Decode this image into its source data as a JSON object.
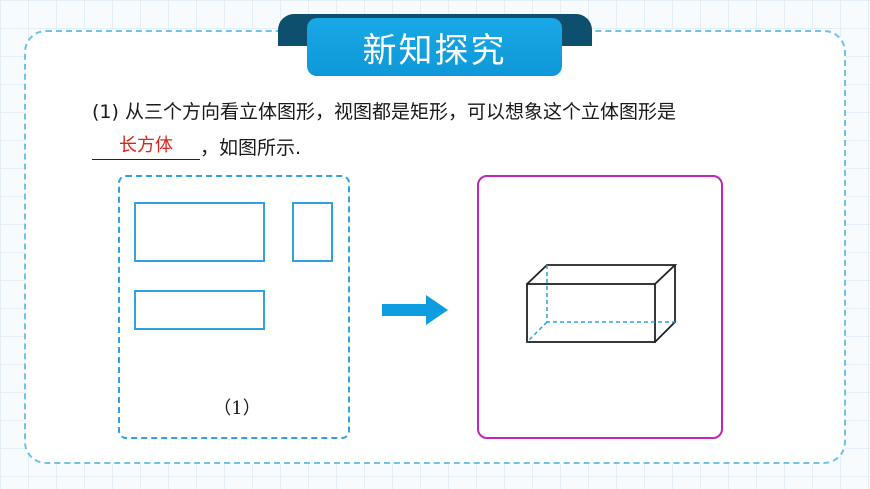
{
  "header": {
    "title": "新知探究"
  },
  "question": {
    "text": "(1) 从三个方向看立体图形，视图都是矩形，可以想象这个立体图形是",
    "answer": "长方体",
    "suffix": "，如图所示."
  },
  "figure": {
    "label": "（1）"
  },
  "colors": {
    "banner": "#0e98d8",
    "banner_tab": "#0f4f6e",
    "view_border": "#2ea3df",
    "solid_border": "#c026b8",
    "answer_text": "#d9261c",
    "arrow": "#0e9ee0"
  },
  "icons": {
    "arrow": "arrow-right-icon",
    "solid": "cuboid-icon"
  }
}
